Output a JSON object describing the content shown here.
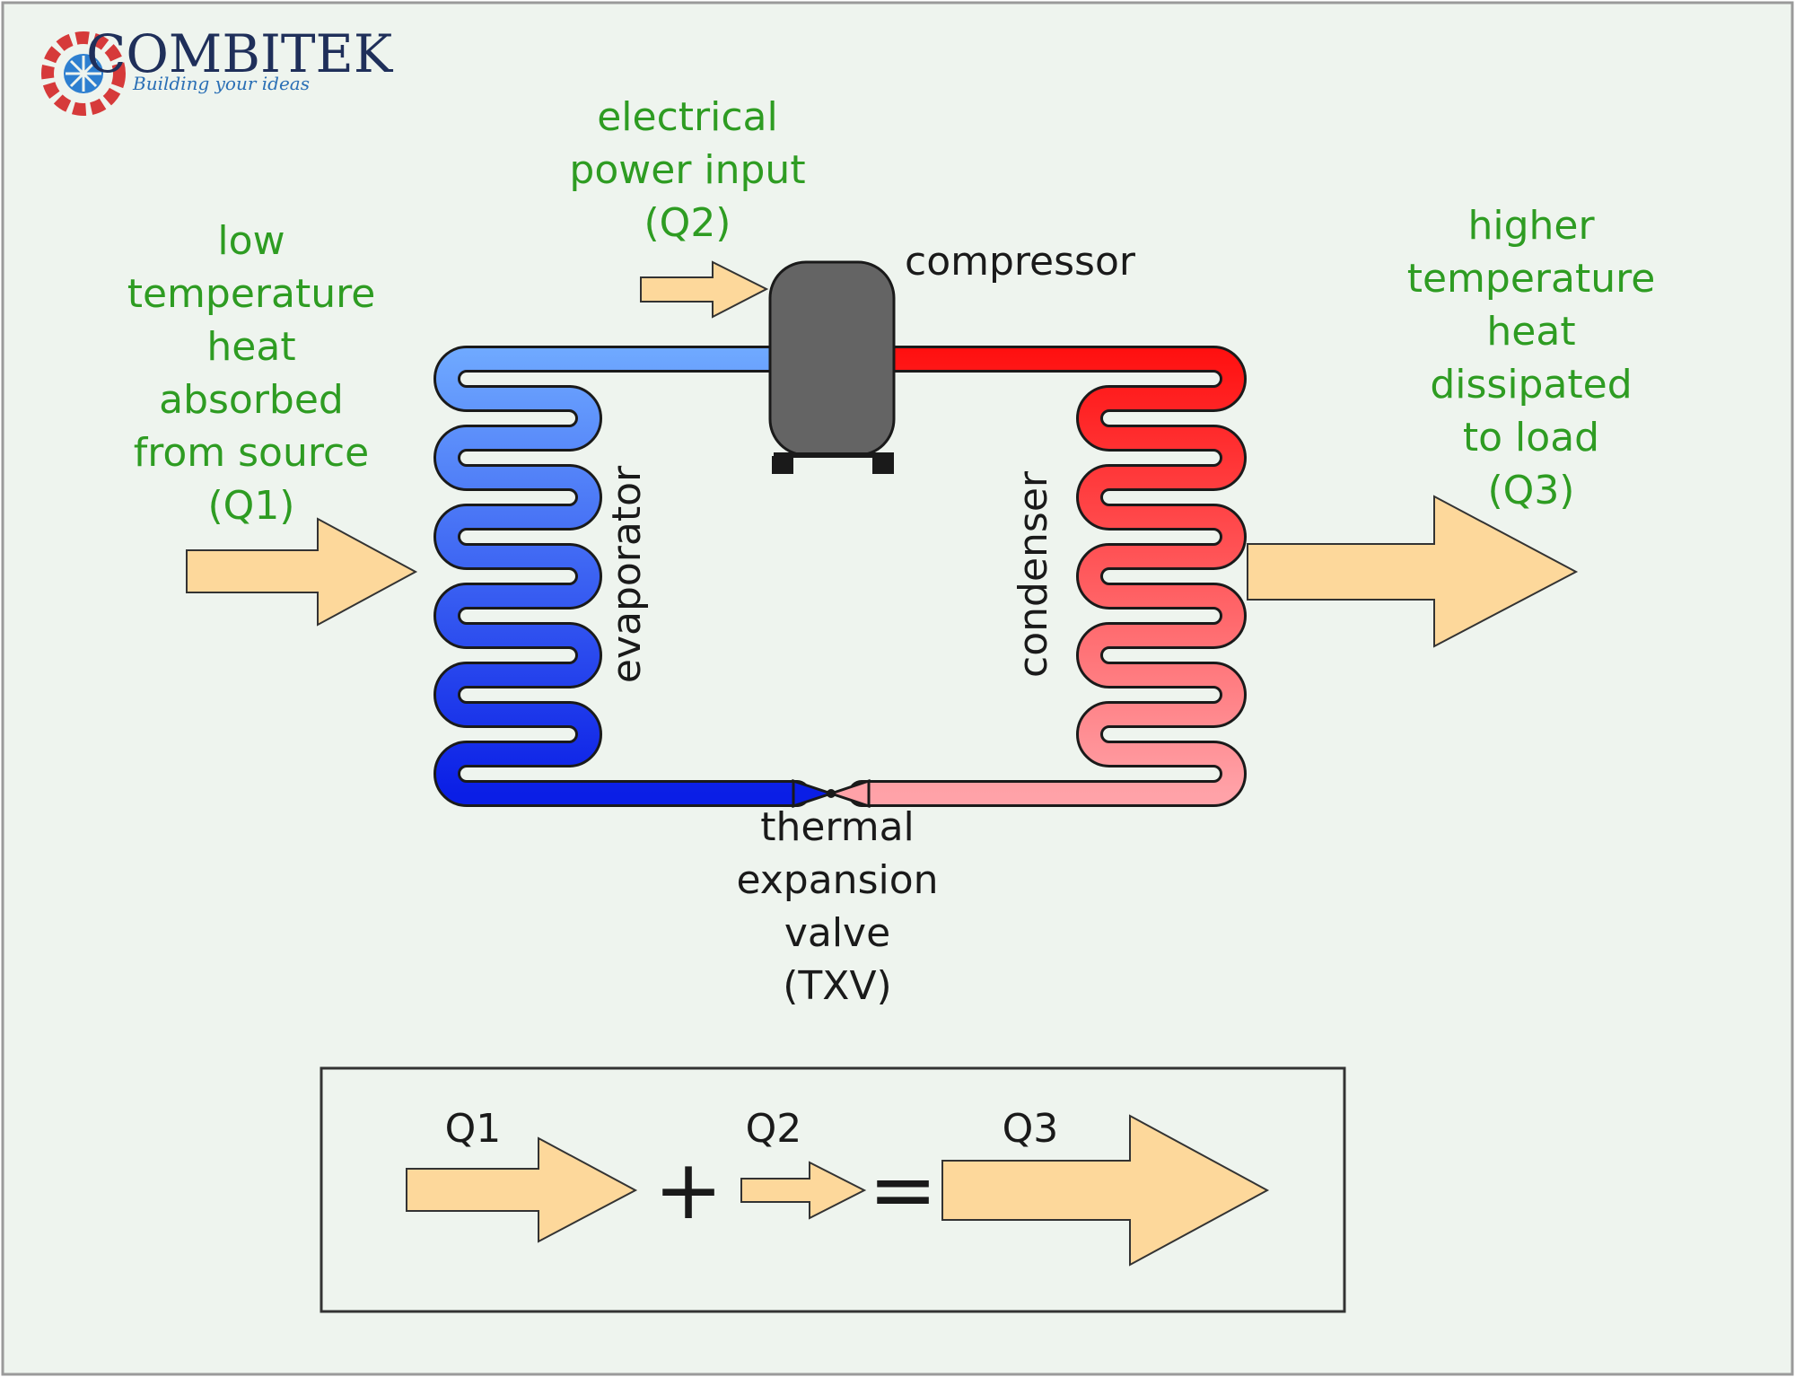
{
  "colors": {
    "background": "#eef4ee",
    "label_green": "#2e9c22",
    "label_dark": "#1a1a1a",
    "arrow_fill": "#fdd89b",
    "cold_start": "#6fa9ff",
    "cold_end": "#0a1ee6",
    "hot_start": "#ff1010",
    "hot_end": "#ffa2a8",
    "compressor": "#646464"
  },
  "logo": {
    "name": "COMBITEK",
    "tagline": "Building your ideas"
  },
  "labels": {
    "q1": [
      "low",
      "temperature",
      "heat",
      "absorbed",
      "from source",
      "(Q1)"
    ],
    "q2": [
      "electrical",
      "power input",
      "(Q2)"
    ],
    "q3": [
      "higher",
      "temperature",
      "heat",
      "dissipated",
      "to load",
      "(Q3)"
    ],
    "compressor": "compressor",
    "evaporator": "evaporator",
    "condenser": "condenser",
    "valve": [
      "thermal",
      "expansion",
      "valve",
      "(TXV)"
    ]
  },
  "equation": {
    "q1": "Q1",
    "plus": "+",
    "q2": "Q2",
    "equals": "=",
    "q3": "Q3"
  }
}
